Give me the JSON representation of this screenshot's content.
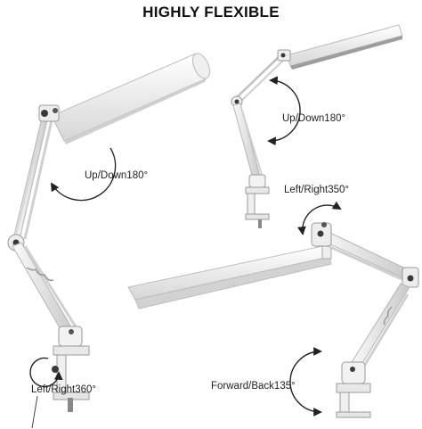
{
  "title": "HIGHLY FLEXIBLE",
  "labels": {
    "left_up_down": "Up/Down180°",
    "top_right_up_down": "Up/Down180°",
    "left_right_350": "Left/Right350°",
    "left_right_360": "Left/Right360°",
    "forward_back": "Forward/Back135°"
  },
  "colors": {
    "lamp_body": "#f4f4f4",
    "lamp_edge": "#b9b9b9",
    "lamp_shade": "#d9d9d9",
    "joint": "#3a3a3a",
    "arrow": "#222222"
  }
}
